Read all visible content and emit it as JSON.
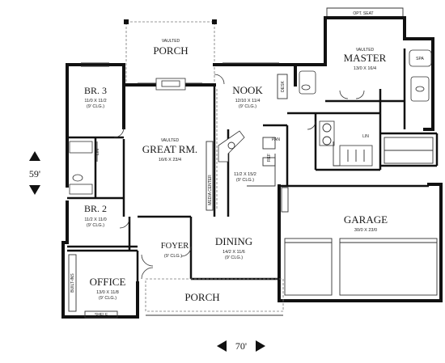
{
  "rooms": {
    "porch_top": {
      "vaulted": "VAULTED",
      "name": "PORCH"
    },
    "br3": {
      "name": "BR. 3",
      "size": "11/0 X 11/2",
      "ceiling": "(9' CLG.)"
    },
    "nook": {
      "name": "NOOK",
      "size": "12/10 X 11/4",
      "ceiling": "(9' CLG.)"
    },
    "master": {
      "vaulted": "VAULTED",
      "name": "MASTER",
      "size": "13/0 X 16/4"
    },
    "great": {
      "vaulted": "VAULTED",
      "name": "GREAT RM.",
      "size": "16/6 X 23/4"
    },
    "kitchen": {
      "size": "11/2 X 15/2",
      "ceiling": "(9' CLG.)"
    },
    "br2": {
      "name": "BR. 2",
      "size": "11/2 X 11/0",
      "ceiling": "(9' CLG.)"
    },
    "garage": {
      "name": "GARAGE",
      "size": "30/0 X 23/0"
    },
    "foyer": {
      "name": "FOYER",
      "ceiling": "(9' CLG.)"
    },
    "dining": {
      "name": "DINING",
      "size": "14/2 X 11/6",
      "ceiling": "(9' CLG.)"
    },
    "office": {
      "name": "OFFICE",
      "size": "13/0 X 11/8",
      "ceiling": "(9' CLG.)"
    },
    "porch_bottom": {
      "name": "PORCH"
    }
  },
  "labels": {
    "opt_seat": "OPT. SEAT",
    "spa": "SPA",
    "desk": "DESK",
    "pan": "PAN",
    "lin": "LIN",
    "ref": "REF",
    "media_center": "MEDIA CENTER",
    "built_ins": "BUILT-INS",
    "shelf": "SHELF"
  },
  "dimensions": {
    "depth": "59'",
    "width": "70'"
  }
}
